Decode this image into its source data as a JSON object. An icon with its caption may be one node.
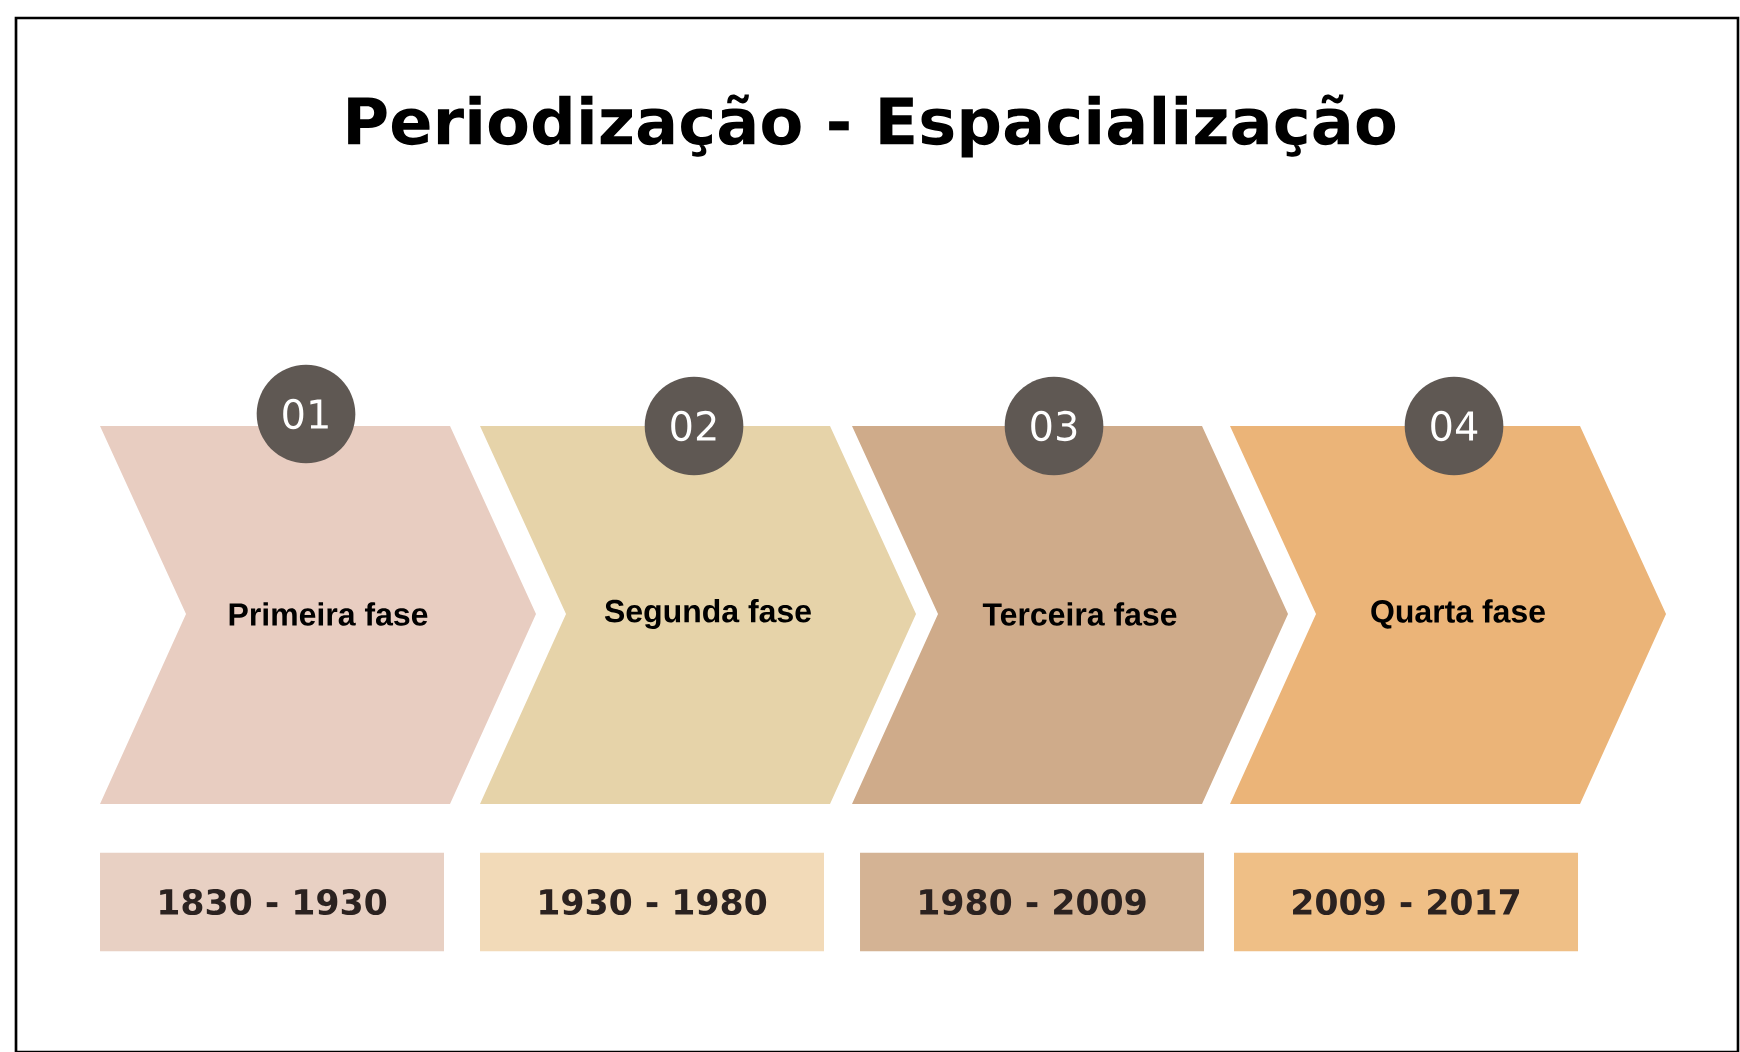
{
  "diagram": {
    "title": "Periodização - Espacialização",
    "nodes": [
      {
        "text": [
          "Primeira fase"
        ]
      },
      {
        "text": [
          "Segunda fase"
        ]
      },
      {
        "text": [
          "Terceira fase"
        ]
      },
      {
        "text": [
          "Quarta fase"
        ]
      },
      {
        "text": [
          "01"
        ]
      },
      {
        "text": [
          "02"
        ]
      },
      {
        "text": [
          "03"
        ]
      },
      {
        "text": [
          "04"
        ]
      },
      {
        "text": [
          "1830 - 1930"
        ]
      },
      {
        "text": [
          "1930 - 1980"
        ]
      },
      {
        "text": [
          "1980 - 2009"
        ]
      },
      {
        "text": [
          "2009 - 2017"
        ]
      }
    ]
  }
}
